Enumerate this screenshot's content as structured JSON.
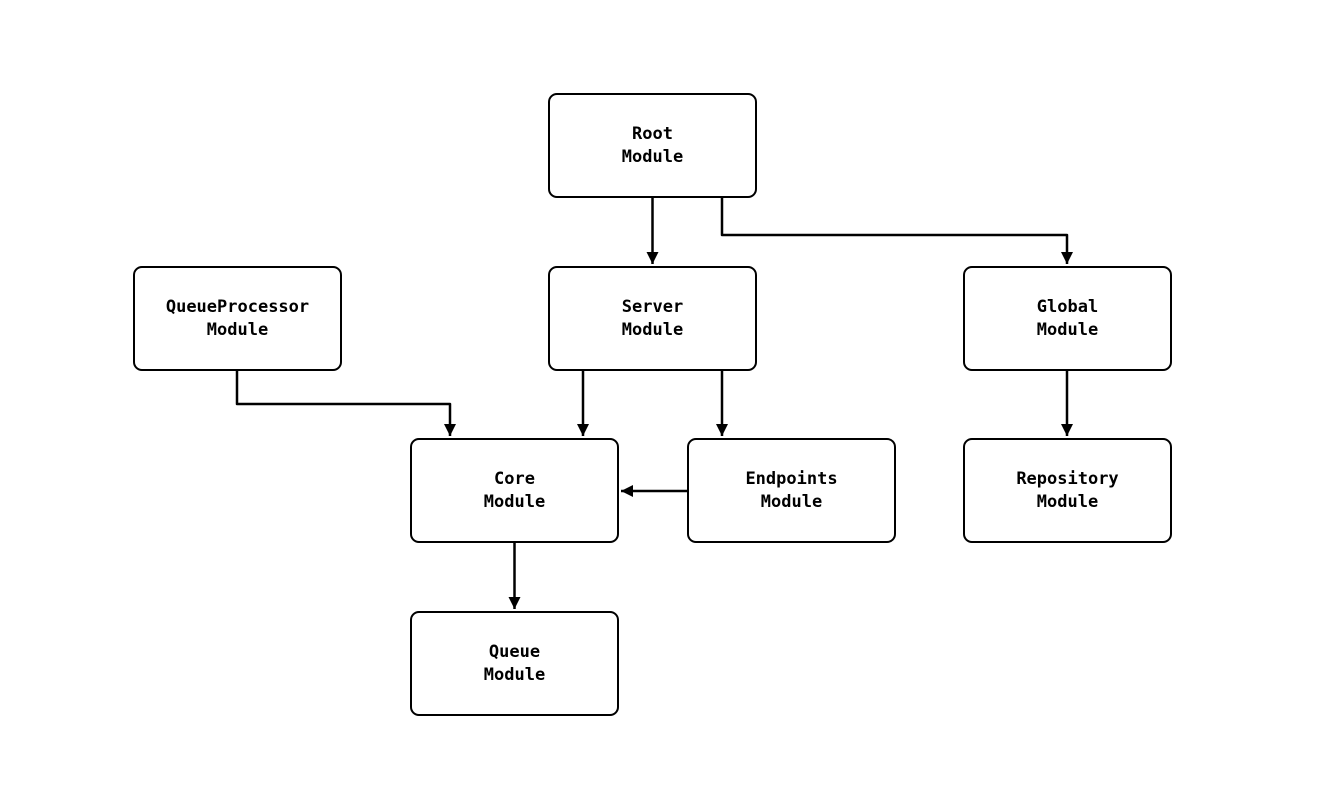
{
  "diagram": {
    "type": "module-dependency-graph",
    "colors": {
      "background": "#ffffff",
      "node_fill": "#ffffff",
      "node_border": "#000000",
      "text": "#000000",
      "edge": "#000000"
    }
  },
  "nodes": {
    "root": {
      "label": "Root\nModule"
    },
    "queue_processor": {
      "label": "QueueProcessor\nModule"
    },
    "server": {
      "label": "Server\nModule"
    },
    "global": {
      "label": "Global\nModule"
    },
    "core": {
      "label": "Core\nModule"
    },
    "endpoints": {
      "label": "Endpoints\nModule"
    },
    "repository": {
      "label": "Repository\nModule"
    },
    "queue": {
      "label": "Queue\nModule"
    }
  },
  "edges": [
    {
      "from": "Root Module",
      "to": "Server Module"
    },
    {
      "from": "Root Module",
      "to": "Global Module"
    },
    {
      "from": "QueueProcessor Module",
      "to": "Core Module"
    },
    {
      "from": "Server Module",
      "to": "Core Module"
    },
    {
      "from": "Server Module",
      "to": "Endpoints Module"
    },
    {
      "from": "Endpoints Module",
      "to": "Core Module"
    },
    {
      "from": "Global Module",
      "to": "Repository Module"
    },
    {
      "from": "Core Module",
      "to": "Queue Module"
    }
  ]
}
